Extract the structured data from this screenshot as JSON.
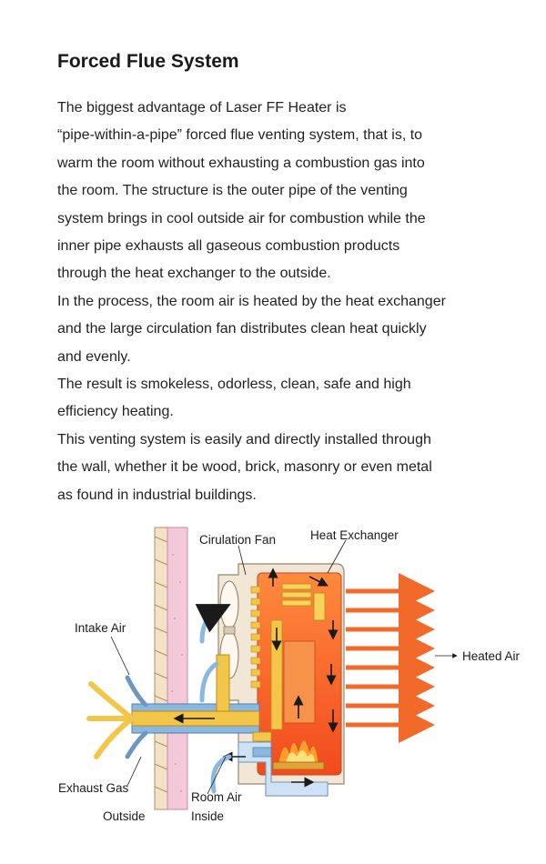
{
  "title": "Forced Flue System",
  "paragraphs": [
    "The biggest advantage of Laser FF Heater is",
    "“pipe-within-a-pipe” forced flue venting system, that is, to",
    "warm the room without exhausting a combustion gas into",
    "the room.  The structure is the outer pipe of the venting",
    "system brings in cool outside air for combustion while the",
    "inner pipe exhausts all gaseous combustion products",
    "through the heat exchanger to the outside.",
    "In the process, the room air is heated by the heat exchanger",
    "and the large circulation fan distributes clean heat quickly",
    "and evenly.",
    "The result is smokeless, odorless, clean, safe and high",
    "efficiency heating.",
    "This venting system is easily and directly installed through",
    "the wall, whether it be wood, brick, masonry or even metal",
    "as found in industrial buildings."
  ],
  "diagram": {
    "labels": {
      "circulation_fan": "Cirulation Fan",
      "heat_exchanger": "Heat Exchanger",
      "intake_air": "Intake Air",
      "heated_air": "Heated Air",
      "exhaust_gas": "Exhaust Gas",
      "room_air": "Room Air",
      "outside": "Outside",
      "inside": "Inside"
    },
    "colors": {
      "heated": "#f26a2a",
      "flame": "#ff9d2e",
      "intake_blue": "#8bb8e0",
      "exhaust_yellow": "#f3c64a",
      "wall": "#f3c8d8",
      "cabinet": "#f2e6d6"
    }
  }
}
